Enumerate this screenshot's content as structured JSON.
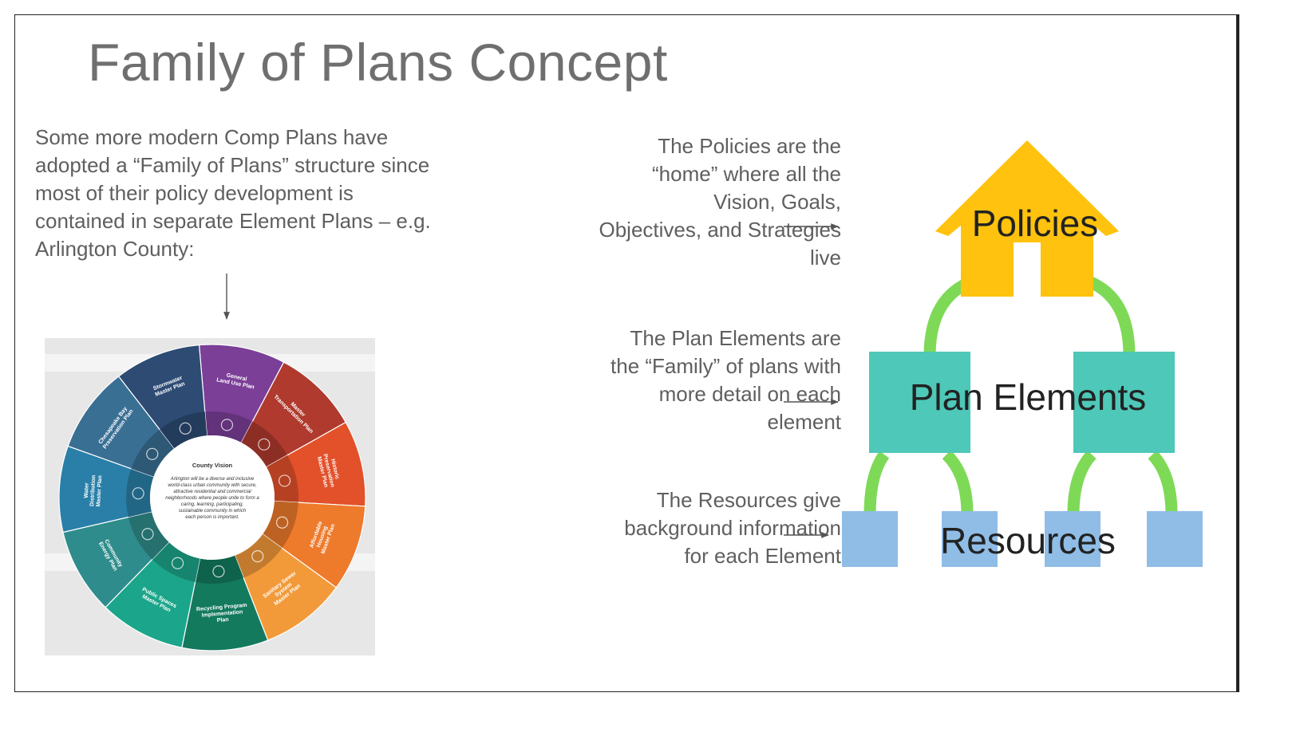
{
  "slide": {
    "title": "Family of Plans Concept",
    "intro_lines": [
      "Some more modern Comp Plans have",
      "adopted a “Family of Plans” structure since",
      "most of their policy development is",
      "contained in separate Element Plans – e.g.",
      "Arlington County:"
    ]
  },
  "descriptions": {
    "policies": [
      "The Policies are the",
      "“home” where all the",
      "Vision, Goals,",
      "Objectives, and Strategies",
      "live"
    ],
    "elements": [
      "The Plan Elements are",
      "the “Family” of plans with",
      "more detail on each",
      "element"
    ],
    "resources": [
      "The Resources give",
      "background information",
      "for each Element"
    ]
  },
  "diagram": {
    "policies_label": "Policies",
    "elements_label": "Plan Elements",
    "resources_label": "Resources",
    "colors": {
      "house": "#FFC20E",
      "element": "#4EC8B8",
      "resource": "#8FBDE6",
      "link": "#7ED957"
    }
  },
  "wheel": {
    "center_title": "County Vision",
    "center_lines": [
      "Arlington will be a diverse and inclusive",
      "world-class urban community with secure,",
      "attractive residential and commercial",
      "neighborhoods where people unite to form a",
      "caring, learning, participating,",
      "sustainable community in which",
      "each person is important."
    ],
    "segments": [
      {
        "name": [
          "General",
          "Land Use Plan"
        ],
        "color": "#7B3F98"
      },
      {
        "name": [
          "Master",
          "Transportation Plan"
        ],
        "color": "#B03A2E"
      },
      {
        "name": [
          "Historic",
          "Preservation",
          "Master Plan"
        ],
        "color": "#E2512A"
      },
      {
        "name": [
          "Affordable",
          "Housing",
          "Master Plan"
        ],
        "color": "#EE7A2C"
      },
      {
        "name": [
          "Sanitary Sewer",
          "System",
          "Master Plan"
        ],
        "color": "#F29A3A"
      },
      {
        "name": [
          "Recycling Program",
          "Implementation",
          "Plan"
        ],
        "color": "#137A5E"
      },
      {
        "name": [
          "Public Spaces",
          "Master Plan"
        ],
        "color": "#1BA58A"
      },
      {
        "name": [
          "Community",
          "Energy Plan"
        ],
        "color": "#2F8C8C"
      },
      {
        "name": [
          "Water",
          "Distribution",
          "Master Plan"
        ],
        "color": "#2A7FA8"
      },
      {
        "name": [
          "Chesapeake Bay",
          "Preservation Plan"
        ],
        "color": "#3A6F94"
      },
      {
        "name": [
          "Stormwater",
          "Master Plan"
        ],
        "color": "#2D4B73"
      }
    ]
  }
}
